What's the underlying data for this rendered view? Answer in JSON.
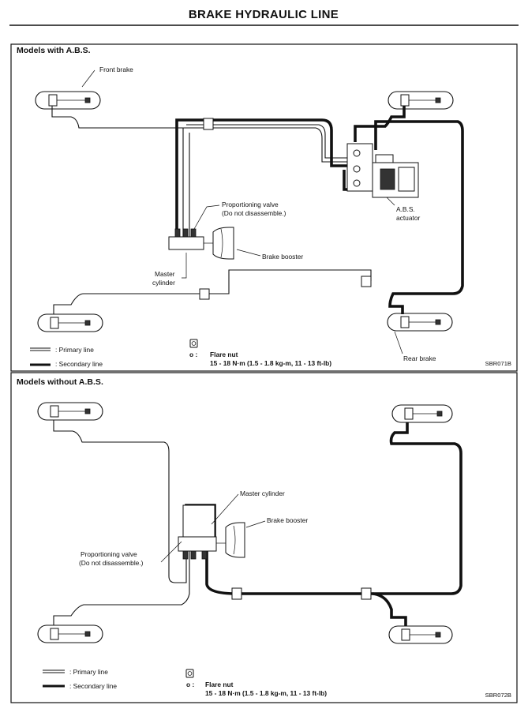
{
  "page": {
    "title": "BRAKE HYDRAULIC LINE"
  },
  "abs_panel": {
    "heading": "Models with A.B.S.",
    "labels": {
      "front_brake": "Front brake",
      "proportioning_valve_1": "Proportioning valve",
      "proportioning_valve_2": "(Do not disassemble.)",
      "brake_booster": "Brake booster",
      "master_cylinder_1": "Master",
      "master_cylinder_2": "cylinder",
      "abs_actuator_1": "A.B.S.",
      "abs_actuator_2": "actuator",
      "rear_brake": "Rear brake"
    },
    "legend": {
      "primary": ": Primary line",
      "secondary": ": Secondary line"
    },
    "flare_nut": {
      "symbol": "o :",
      "label": "Flare nut",
      "spec": "15 - 18 N·m (1.5 - 1.8 kg-m, 11 - 13 ft-lb)"
    },
    "figure_code": "SBR071B"
  },
  "nonabs_panel": {
    "heading": "Models without A.B.S.",
    "labels": {
      "master_cylinder": "Master cylinder",
      "brake_booster": "Brake booster",
      "proportioning_valve_1": "Proportioning valve",
      "proportioning_valve_2": "(Do not disassemble.)"
    },
    "legend": {
      "primary": ": Primary line",
      "secondary": ": Secondary line"
    },
    "flare_nut": {
      "symbol": "o :",
      "label": "Flare nut",
      "spec": "15 - 18 N·m (1.5 - 1.8 kg-m, 11 - 13 ft-lb)"
    },
    "figure_code": "SBR072B"
  }
}
